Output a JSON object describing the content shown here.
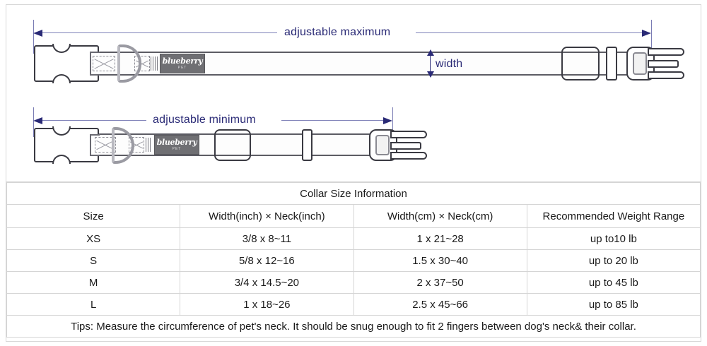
{
  "diagram": {
    "max_label": "adjustable maximum",
    "min_label": "adjustable minimum",
    "width_label": "width",
    "brand": "blueberry",
    "brand_sub": "PET",
    "colors": {
      "dimension": "#2a2a76",
      "dimension_line": "#7f82b8",
      "outline": "#3a3a42",
      "hardware": "#9a9aa2",
      "patch": "#6f6f73",
      "frame": "#d8d8d8"
    },
    "parts": {
      "female_buckle": "female-buckle",
      "male_buckle": "male-buckle",
      "d_ring": "d-ring",
      "tri_glide": "tri-glide-slider",
      "keeper": "keeper-loop",
      "stitch_box": "stitch-box",
      "zigzag_stitch": "zigzag-stitch",
      "logo_patch": "logo-patch"
    }
  },
  "table": {
    "title": "Collar Size Information",
    "headers": [
      "Size",
      "Width(inch)  ×  Neck(inch)",
      "Width(cm)  ×  Neck(cm)",
      "Recommended Weight Range"
    ],
    "rows": [
      [
        "XS",
        "3/8 x 8~11",
        "1 x 21~28",
        "up to10 lb"
      ],
      [
        "S",
        "5/8 x 12~16",
        "1.5 x 30~40",
        "up to 20 lb"
      ],
      [
        "M",
        "3/4 x 14.5~20",
        "2 x 37~50",
        "up to 45 lb"
      ],
      [
        "L",
        "1 x 18~26",
        "2.5 x 45~66",
        "up to 85 lb"
      ]
    ],
    "tips": "Tips: Measure the circumference of pet's neck. It should be snug enough to fit 2 fingers between dog's neck& their collar."
  }
}
